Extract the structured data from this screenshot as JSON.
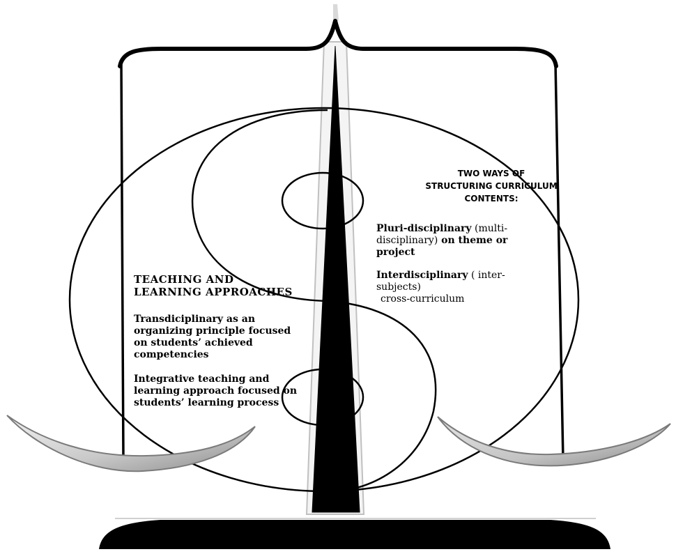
{
  "left": {
    "title_line1": "TEACHING AND",
    "title_line2": "LEARNING APPROACHES",
    "para1_line1": "Transdiciplinary as an",
    "para1_line2": "organizing principle focused",
    "para1_line3": "on students’ achieved",
    "para1_line4": "competencies",
    "para2_line1": "Integrative teaching and",
    "para2_line2": "learning approach focused on",
    "para2_line3": "students’ learning process"
  },
  "right": {
    "title_line1": "TWO WAYS OF",
    "title_line2": "STRUCTURING CURRICULUM",
    "title_line3": "CONTENTS:",
    "pluri_term": "Pluri-disciplinary",
    "pluri_paren_a": " (multi-",
    "pluri_paren_b": "disciplinary)",
    "pluri_rest_a": " on theme or",
    "pluri_rest_b": "project",
    "inter_term": "Interdisciplinary",
    "inter_paren_a": " ( inter-",
    "inter_paren_b": "subjects)",
    "cross": "cross-curriculum"
  },
  "colors": {
    "stroke": "#000000",
    "pan_light": "#e9e9e9",
    "pan_dark": "#8c8c8c",
    "pillar_edge": "#c0c0c0"
  }
}
